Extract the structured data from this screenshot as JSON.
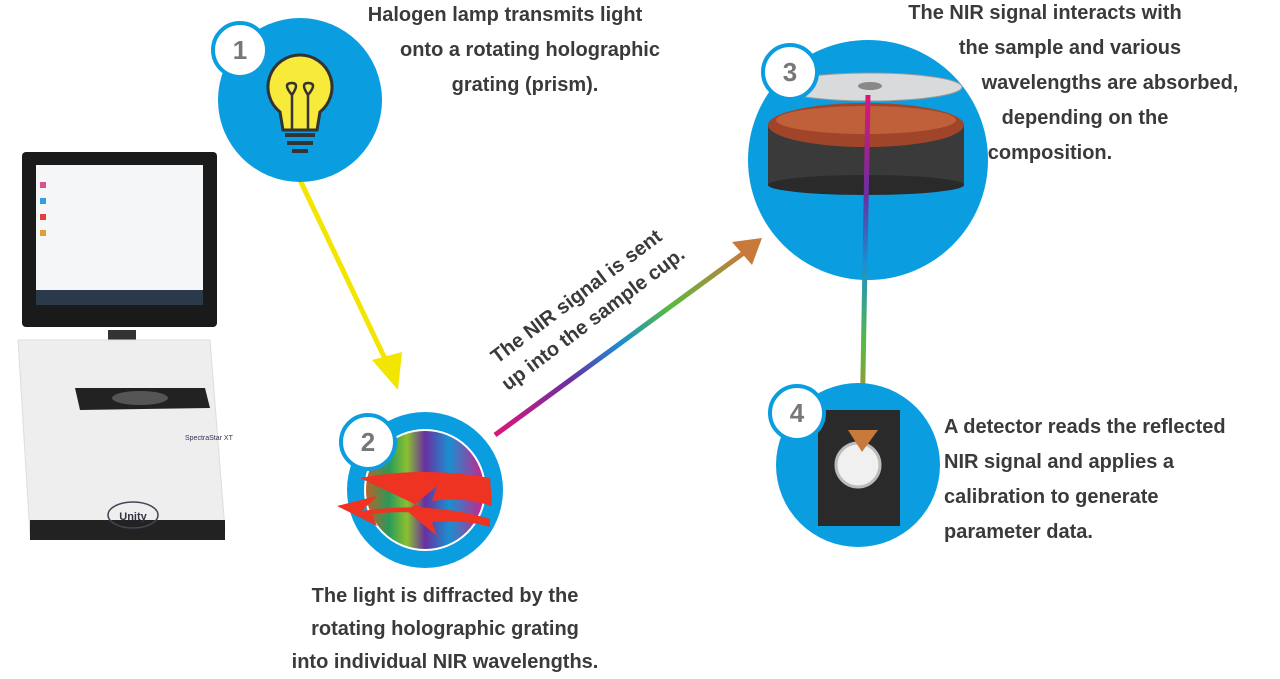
{
  "steps": [
    {
      "number": "1",
      "lines": [
        "Halogen lamp transmits light",
        "onto a rotating holographic",
        "grating (prism)."
      ]
    },
    {
      "number": "2",
      "lines": [
        "The light is diffracted by the",
        "rotating holographic grating",
        "into individual NIR wavelengths."
      ]
    },
    {
      "number": "3",
      "lines": [
        "The NIR signal interacts with",
        "the sample and various",
        "wavelengths are absorbed,",
        "depending on the",
        "composition."
      ]
    },
    {
      "number": "4",
      "lines": [
        "A detector reads the reflected",
        "NIR signal and applies a",
        "calibration to generate",
        "parameter data."
      ]
    }
  ],
  "arrow_label": [
    "The NIR signal is sent",
    "up into the sample cup."
  ],
  "device": {
    "model": "SpectraStar XT",
    "brand": "Unity"
  },
  "colors": {
    "circle": "#0a9de0",
    "arrow1": "#f2e600",
    "text": "#3a3a3a"
  }
}
